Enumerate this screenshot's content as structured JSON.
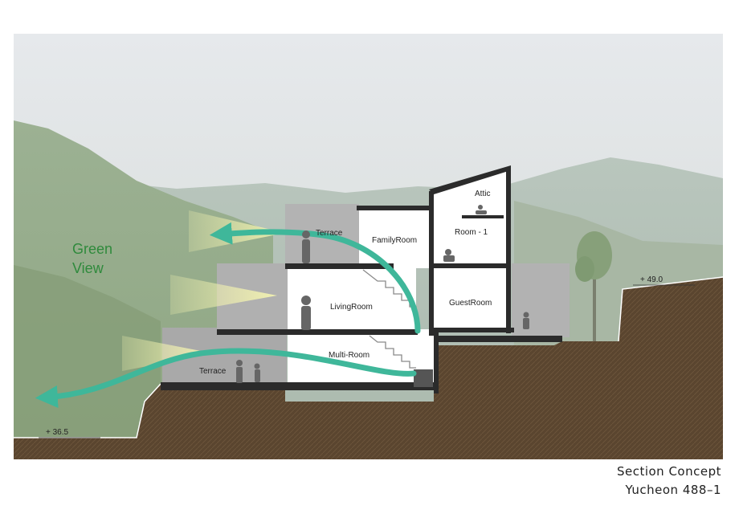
{
  "labels": {
    "green_view_line1": "Green",
    "green_view_line2": "View",
    "terrace_upper": "Terrace",
    "terrace_lower": "Terrace",
    "family_room": "FamilyRoom",
    "attic": "Attic",
    "room_1": "Room - 1",
    "living_room": "LivingRoom",
    "guest_room": "GuestRoom",
    "multi_room": "Multi-Room"
  },
  "levels": {
    "high": "+ 49.0",
    "low": "+ 36.5"
  },
  "caption": {
    "title": "Section Concept",
    "project": "Yucheon 488–1"
  },
  "colors": {
    "green_text": "#2f8a3c",
    "arrow": "#3fb79a",
    "soil": "#5b4630",
    "concrete": "#a8a8a8"
  }
}
